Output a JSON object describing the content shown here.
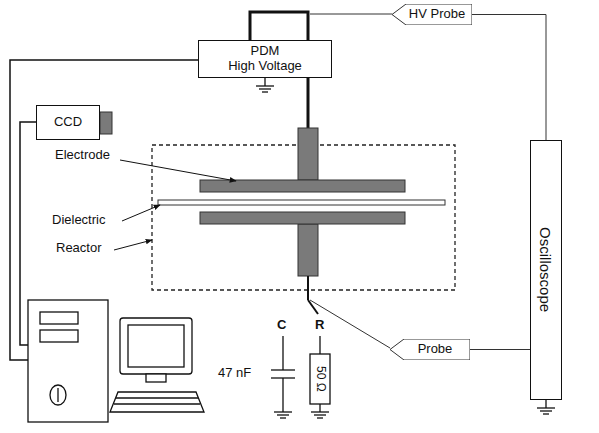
{
  "diagram": {
    "nodes": [
      {
        "text": [
          "PDM",
          "High Voltage"
        ]
      },
      {
        "text": [
          "HV Probe"
        ]
      },
      {
        "text": [
          "Oscilloscope"
        ]
      },
      {
        "text": [
          "CCD"
        ]
      },
      {
        "text": [
          "Probe"
        ]
      }
    ],
    "edges": [
      {
        "from": 1,
        "to": 2,
        "arrow": "none"
      },
      {
        "from": 4,
        "to": 2,
        "arrow": "none"
      }
    ],
    "labels": [
      "Electrode",
      "Dielectric",
      "Reactor",
      "C",
      "R",
      "47 nF",
      "50 Ω"
    ]
  }
}
